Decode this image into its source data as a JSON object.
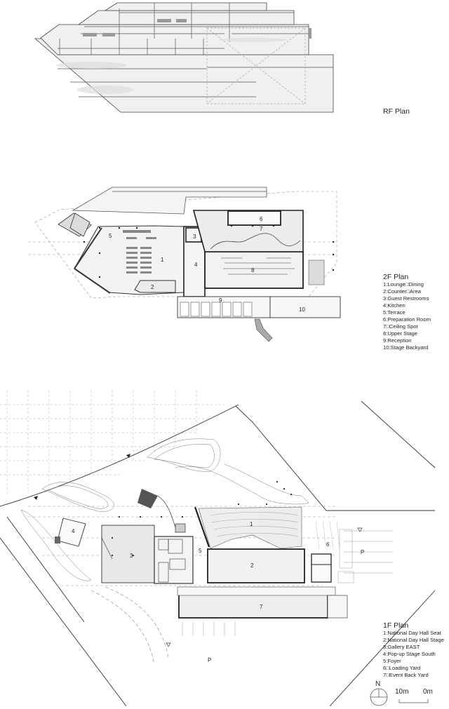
{
  "rf_plan": {
    "title": "RF Plan"
  },
  "f2_plan": {
    "title": "2F Plan",
    "legend": [
      "1:Lounge□Dining",
      "2:Counter□Area",
      "3:Guest Restrooms",
      "4:Kitchen",
      "5:Terrace",
      "6:Preparation Room",
      "7□Ceiling Spot",
      "8:Upper Stage",
      "9:Reception",
      "10:Stage Backyard"
    ],
    "room_numbers": [
      "1",
      "2",
      "3",
      "4",
      "5",
      "6",
      "7",
      "8",
      "9",
      "10"
    ]
  },
  "f1_plan": {
    "title": "1F Plan",
    "legend": [
      "1:National Day Hall Seat",
      "2:National Day Hall  Stage",
      "3:Gallery EAST",
      "4:Pop-up Stage South",
      "5:Foyer",
      "6□Loading Yard",
      "7□Event Back Yard"
    ],
    "room_numbers": [
      "1",
      "2",
      "3",
      "4",
      "5",
      "6",
      "7"
    ],
    "parking_labels": [
      "P",
      "P"
    ]
  },
  "north_arrow": {
    "label": "N",
    "icon": "north-arrow-icon"
  },
  "scale_bar": {
    "left_label": "10m",
    "right_label": "0m"
  },
  "colors": {
    "line": "#333333",
    "fill_light": "#eeeeee",
    "fill_mid": "#e2e2e2",
    "dash": "#999999"
  }
}
